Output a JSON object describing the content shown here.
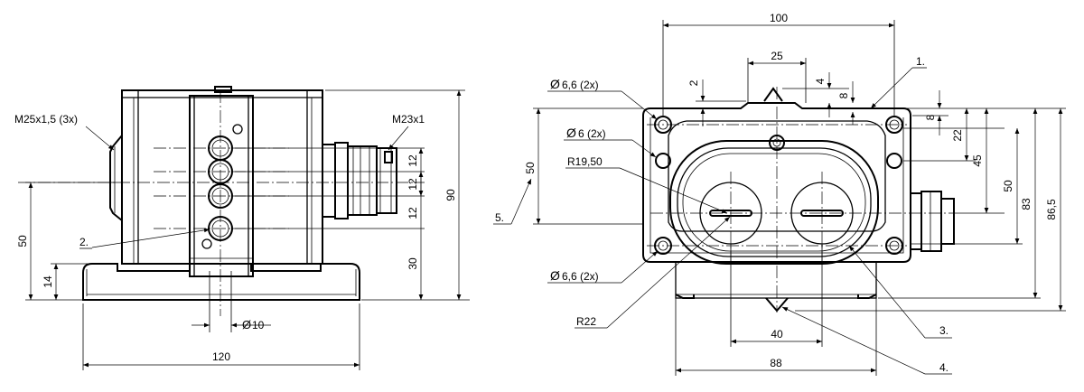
{
  "left_view": {
    "labels": {
      "thread_left": "M25x1,5 (3x)",
      "thread_right": "M23x1",
      "callout_2": "2."
    },
    "dims": {
      "d12a": "12",
      "d12b": "12",
      "d12c": "12",
      "d30": "30",
      "d90": "90",
      "d50": "50",
      "d14": "14",
      "dia10": "10",
      "d120": "120"
    }
  },
  "right_view": {
    "labels": {
      "hole_a": "6,6 (2x)",
      "hole_b": "6 (2x)",
      "hole_c": "6,6 (2x)",
      "radius_a": "R19,50",
      "radius_b": "R22",
      "callout_1": "1.",
      "callout_3": "3.",
      "callout_4": "4.",
      "callout_5": "5."
    },
    "dims": {
      "d100": "100",
      "d25": "25",
      "d2": "2",
      "d4": "4",
      "d8a": "8",
      "d8b": "8",
      "d22": "22",
      "d45": "45",
      "d50r": "50",
      "d83": "83",
      "d86": "86,5",
      "d50l": "50",
      "d40": "40",
      "d88": "88"
    }
  },
  "symbols": {
    "diameter": "Ø"
  }
}
